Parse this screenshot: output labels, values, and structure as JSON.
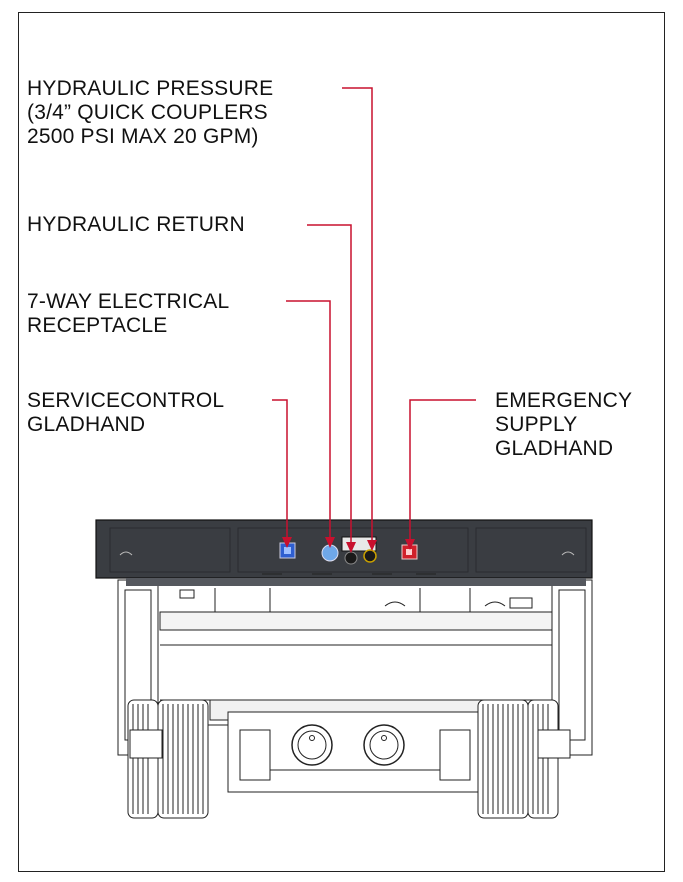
{
  "labels": {
    "hydraulic_pressure": {
      "lines": [
        "HYDRAULIC PRESSURE",
        "(3/4” QUICK COUPLERS",
        "2500 PSI MAX 20 GPM)"
      ]
    },
    "hydraulic_return": {
      "lines": [
        "HYDRAULIC RETURN"
      ]
    },
    "electrical": {
      "lines": [
        "7-WAY ELECTRICAL",
        "RECEPTACLE"
      ]
    },
    "service_control": {
      "lines": [
        "SERVICECONTROL",
        "GLADHAND"
      ]
    },
    "emergency_supply": {
      "lines": [
        "EMERGENCY",
        "SUPPLY",
        "GLADHAND"
      ]
    }
  },
  "colors": {
    "leader": "#c8102e",
    "service_gladhand": "#2f5fd0",
    "emergency_gladhand": "#d0202a",
    "receptacle": "#6fa8e8",
    "frame_dark": "#3a3d42"
  }
}
